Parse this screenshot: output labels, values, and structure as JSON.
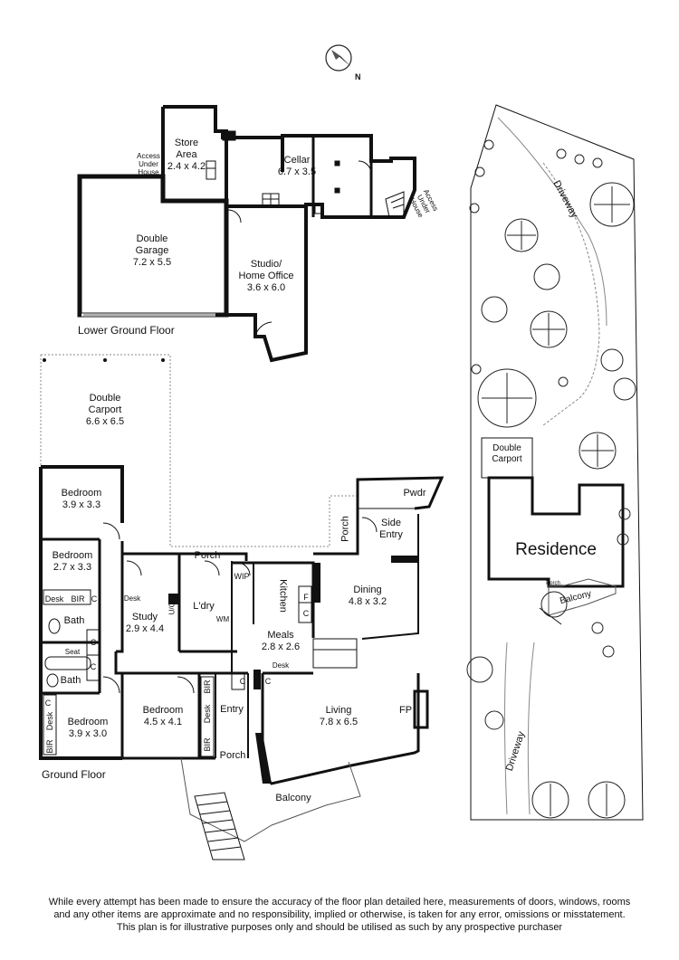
{
  "compass": {
    "label": "N"
  },
  "floors": {
    "lower": {
      "title": "Lower Ground Floor",
      "rooms": {
        "store_area": {
          "name": "Store\nArea",
          "dims": "2.4 x 4.2"
        },
        "cellar": {
          "name": "Cellar",
          "dims": "6.7 x 3.5"
        },
        "double_garage": {
          "name": "Double\nGarage",
          "dims": "7.2 x 5.5"
        },
        "studio": {
          "name": "Studio/\nHome Office",
          "dims": "3.6 x 6.0"
        }
      },
      "notes": {
        "access_left": "Access\nUnder\nHouse",
        "access_right": "Access\nUnder\nHouse"
      }
    },
    "ground": {
      "title": "Ground Floor",
      "rooms": {
        "double_carport": {
          "name": "Double\nCarport",
          "dims": "6.6 x 6.5"
        },
        "bedroom_1": {
          "name": "Bedroom",
          "dims": "3.9 x 3.3"
        },
        "bedroom_2": {
          "name": "Bedroom",
          "dims": "2.7 x 3.3"
        },
        "bedroom_3": {
          "name": "Bedroom",
          "dims": "3.9 x 3.0"
        },
        "bedroom_4": {
          "name": "Bedroom",
          "dims": "4.5 x 4.1"
        },
        "study": {
          "name": "Study",
          "dims": "2.9 x 4.4"
        },
        "ldry": {
          "name": "L'dry"
        },
        "meals": {
          "name": "Meals",
          "dims": "2.8 x 2.6"
        },
        "dining": {
          "name": "Dining",
          "dims": "4.8 x 3.2"
        },
        "living": {
          "name": "Living",
          "dims": "7.8 x 6.5"
        },
        "kitchen": {
          "name": "Kitchen"
        },
        "entry": {
          "name": "Entry"
        },
        "side_entry": {
          "name": "Side\nEntry"
        },
        "pwdr": {
          "name": "Pwdr"
        },
        "porch_top": {
          "name": "Porch"
        },
        "porch_side": {
          "name": "Porch"
        },
        "porch_entry": {
          "name": "Porch"
        },
        "balcony": {
          "name": "Balcony"
        },
        "bath_1": {
          "name": "Bath"
        },
        "bath_2": {
          "name": "Bath"
        }
      },
      "fixtures": {
        "desk_study": "Desk",
        "desk_bed2": "Desk",
        "bir_bed2": "BIR",
        "c_bed2": "C",
        "c_bath1": "C",
        "seat": "Seat",
        "c_bath2": "C",
        "c_bed3": "C",
        "desk_bed3": "Desk",
        "bir_bed3": "BIR",
        "bir_bed4_top": "BIR",
        "desk_bed4": "Desk",
        "bir_bed4_bot": "BIR",
        "wip": "WIP",
        "uc": "U/C",
        "wm": "WM",
        "c_entry_1": "C",
        "c_entry_2": "C",
        "desk_meals": "Desk",
        "f_kitchen": "F",
        "c_kitchen": "C",
        "fp": "FP"
      }
    },
    "site": {
      "residence": "Residence",
      "driveway_top": "Driveway",
      "driveway_bottom": "Driveway",
      "double_carport": "Double\nCarport",
      "balcony": "Balcony",
      "porch": "Porch"
    }
  },
  "disclaimer": {
    "line1": "While every attempt has been made to ensure the accuracy of the floor plan detailed here, measurements of doors, windows, rooms",
    "line2": "and any other items are approximate and no responsibility, implied or otherwise, is taken for any error, omissions or misstatement.",
    "line3": "This plan is for illustrative purposes only and should be utilised as such by any prospective purchaser"
  }
}
